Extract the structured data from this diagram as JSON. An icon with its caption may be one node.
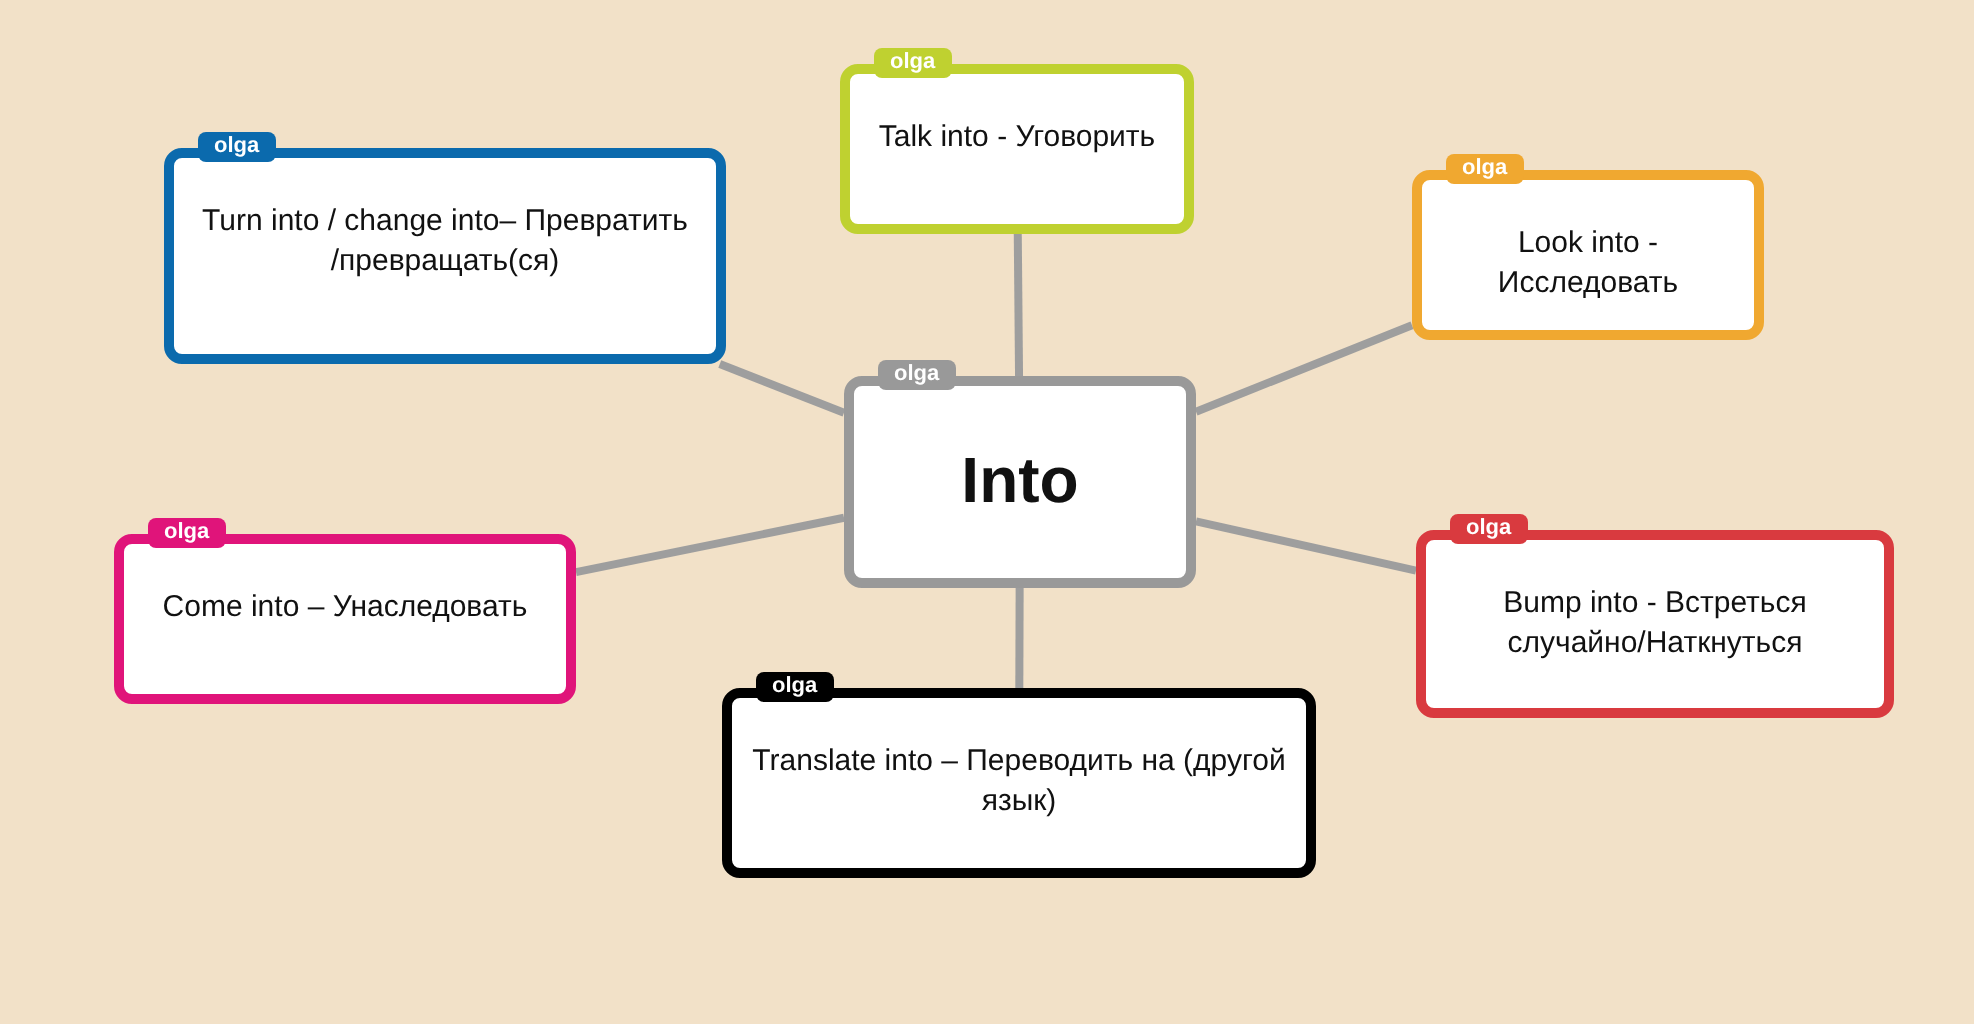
{
  "diagram": {
    "nodes": [
      {
        "text": [
          "olga",
          "Talk into - Уговорить"
        ]
      },
      {
        "text": [
          "olga",
          "Turn into / change into– Превратить /превращать(ся)"
        ]
      },
      {
        "text": [
          "olga",
          "Look into  - Исследовать"
        ]
      },
      {
        "text": [
          "olga",
          "Into"
        ]
      },
      {
        "text": [
          "olga",
          "Come into – Унаследовать"
        ]
      },
      {
        "text": [
          "olga",
          "Bump into - Встреться случайно/Наткнуться"
        ]
      },
      {
        "text": [
          "olga",
          "Translate into – Переводить на (другой язык)"
        ]
      }
    ],
    "edges": [
      {
        "from": 3,
        "to": 0,
        "arrow": "none"
      },
      {
        "from": 3,
        "to": 1,
        "arrow": "none"
      },
      {
        "from": 3,
        "to": 2,
        "arrow": "none"
      },
      {
        "from": 3,
        "to": 4,
        "arrow": "none"
      },
      {
        "from": 3,
        "to": 5,
        "arrow": "none"
      },
      {
        "from": 3,
        "to": 6,
        "arrow": "none"
      }
    ]
  }
}
